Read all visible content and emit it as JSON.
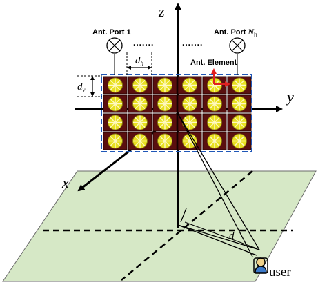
{
  "diagram": {
    "axes": {
      "z": "z",
      "y": "y",
      "x": "x"
    },
    "ports": {
      "first": {
        "text": "Ant. Port 1"
      },
      "last": {
        "text": "Ant. Port ",
        "sub_main": "N",
        "sub_index": "h"
      }
    },
    "dots": ".......",
    "element_label": "Ant. Element",
    "dim_h": {
      "main": "d",
      "sub": "h"
    },
    "dim_v": {
      "main": "d",
      "sub": "v"
    },
    "distance_label": "d",
    "user_label": "user",
    "array": {
      "rows": 4,
      "cols": 6
    },
    "colors": {
      "ground": "#d6e8c6",
      "array_border": "#1f57b8",
      "patch": "#e8e020",
      "cell_bg": "#5a0f0f",
      "element_arrow": "#e02020"
    }
  }
}
